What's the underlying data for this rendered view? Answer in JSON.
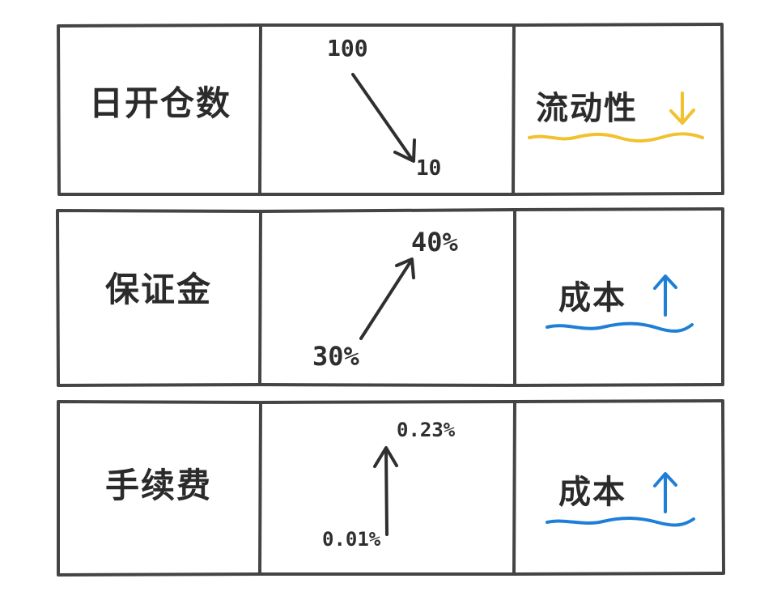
{
  "rows": [
    {
      "metric": "日开仓数",
      "from": "100",
      "to": "10",
      "direction": "down",
      "effect": "流动性",
      "effect_arrow_icon": "arrow-down-icon",
      "color": "#f2c12e"
    },
    {
      "metric": "保证金",
      "from": "30%",
      "to": "40%",
      "direction": "up",
      "effect": "成本",
      "effect_arrow_icon": "arrow-up-icon",
      "color": "#1f7fd6"
    },
    {
      "metric": "手续费",
      "from": "0.01%",
      "to": "0.23%",
      "direction": "up",
      "effect": "成本",
      "effect_arrow_icon": "arrow-up-icon",
      "color": "#1f7fd6"
    }
  ]
}
